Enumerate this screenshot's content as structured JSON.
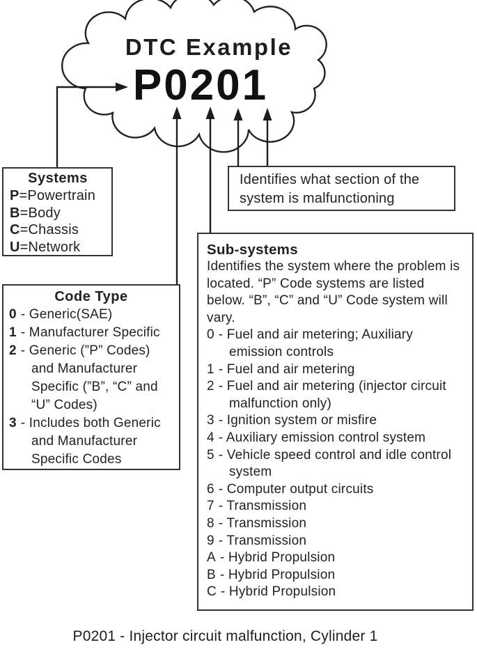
{
  "cloud": {
    "title": "DTC Example",
    "code": "P0201"
  },
  "systems_box": {
    "title": "Systems",
    "items": [
      {
        "letter": "P",
        "rest": "=Powertrain"
      },
      {
        "letter": "B",
        "rest": "=Body"
      },
      {
        "letter": "C",
        "rest": "=Chassis"
      },
      {
        "letter": "U",
        "rest": "=Network"
      }
    ]
  },
  "identifies_box": {
    "text": "Identifies what section of the system is malfunctioning"
  },
  "code_type_box": {
    "title": "Code Type",
    "items": [
      {
        "num": "0",
        "rest": "- Generic(SAE)"
      },
      {
        "num": "1",
        "rest": "- Manufacturer Specific"
      },
      {
        "num": "2",
        "rest": "- Generic (”P” Codes) and Manufacturer Specific (”B”, “C” and “U” Codes)"
      },
      {
        "num": "3",
        "rest": "- Includes both Generic and Manufacturer Specific Codes"
      }
    ]
  },
  "subsystems_box": {
    "title": "Sub-systems",
    "intro": "Identifies the system where the problem is located. “P” Code systems are listed below. “B”, “C” and “U” Code system will vary.",
    "items": [
      {
        "num": "0",
        "rest": "- Fuel and air metering; Auxiliary emission controls"
      },
      {
        "num": "1",
        "rest": "- Fuel and air metering"
      },
      {
        "num": "2",
        "rest": "- Fuel and air metering (injector circuit malfunction only)"
      },
      {
        "num": "3",
        "rest": "- Ignition system or misfire"
      },
      {
        "num": "4",
        "rest": "- Auxiliary emission control system"
      },
      {
        "num": "5",
        "rest": "- Vehicle speed control and idle control system"
      },
      {
        "num": "6",
        "rest": "- Computer output circuits"
      },
      {
        "num": "7",
        "rest": "- Transmission"
      },
      {
        "num": "8",
        "rest": "- Transmission"
      },
      {
        "num": "9",
        "rest": "- Transmission"
      },
      {
        "num": "A",
        "rest": "- Hybrid Propulsion"
      },
      {
        "num": "B",
        "rest": "- Hybrid Propulsion"
      },
      {
        "num": "C",
        "rest": "- Hybrid Propulsion"
      }
    ]
  },
  "caption": "P0201 - Injector circuit malfunction, Cylinder 1",
  "colors": {
    "ink": "#222222",
    "border": "#333333",
    "background": "#ffffff"
  }
}
